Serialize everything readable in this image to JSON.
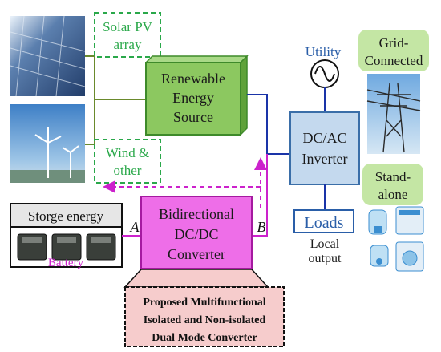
{
  "sources": {
    "solar_label": [
      "Solar PV",
      "array"
    ],
    "wind_label": [
      "Wind &",
      "other"
    ],
    "renewable": [
      "Renewable",
      "Energy",
      "Source"
    ]
  },
  "grid": {
    "utility_label": "Utility",
    "grid_connected": [
      "Grid-",
      "Connected"
    ],
    "standalone": [
      "Stand-",
      "alone"
    ]
  },
  "inverter": [
    "DC/AC",
    "Inverter"
  ],
  "loads": {
    "title": "Loads",
    "subtitle": [
      "Local",
      "output"
    ]
  },
  "storage": {
    "title": "Storge energy",
    "battery_label": "Battery",
    "port_a": "A",
    "port_b": "B"
  },
  "converter": [
    "Bidirectional",
    "DC/DC",
    "Converter"
  ],
  "proposed": [
    "Proposed Multifunctional",
    "Isolated and Non-isolated",
    "Dual Mode Converter"
  ],
  "colors": {
    "renewable_fill": "#8cc860",
    "renewable_stroke": "#3e8a2a",
    "dashed_green": "#2aa84a",
    "source_wire": "#6a8a2c",
    "inverter_fill": "#c4d9ee",
    "inverter_stroke": "#3a6ea8",
    "converter_fill": "#ee6ee8",
    "magenta_wire": "#cc22cc",
    "blue_wire": "#1a34a8",
    "bubble_fill": "#c4e6a4",
    "proposed_fill": "#f6cccc",
    "storage_fill": "#e6e6e6",
    "loads_text": "#2a5ea8"
  }
}
